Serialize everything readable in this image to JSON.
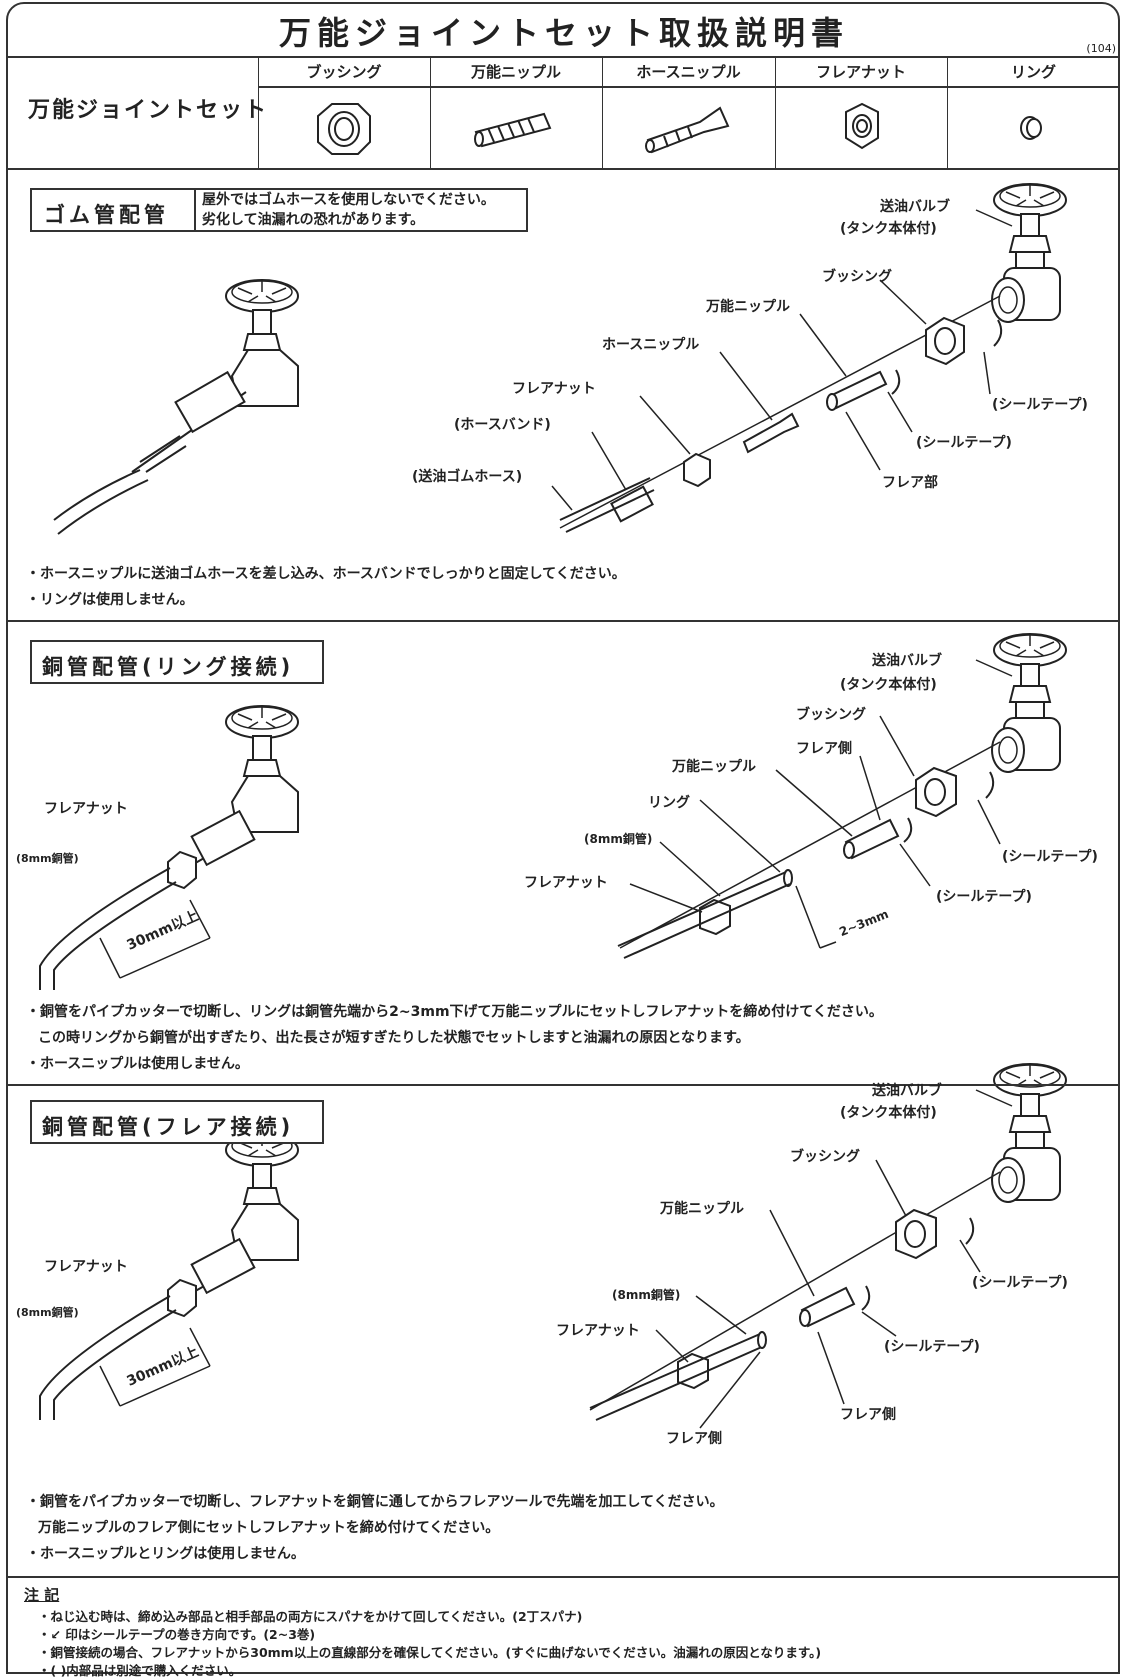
{
  "title": "万能ジョイントセット取扱説明書",
  "doc_number": "(104)",
  "set_table": {
    "row_label": "万能ジョイントセット",
    "parts": [
      {
        "name": "ブッシング",
        "icon": "bushing-icon"
      },
      {
        "name": "万能ニップル",
        "icon": "universal-nipple-icon"
      },
      {
        "name": "ホースニップル",
        "icon": "hose-nipple-icon"
      },
      {
        "name": "フレアナット",
        "icon": "flare-nut-icon"
      },
      {
        "name": "リング",
        "icon": "ring-icon"
      }
    ]
  },
  "section_rubber": {
    "title": "ゴム管配管",
    "warning_line1": "屋外ではゴムホースを使用しないでください。",
    "warning_line2": "劣化して油漏れの恐れがあります。",
    "labels": {
      "valve": "送油バルブ",
      "valve_sub": "(タンク本体付)",
      "bushing": "ブッシング",
      "universal_nipple": "万能ニップル",
      "hose_nipple": "ホースニップル",
      "flare_nut": "フレアナット",
      "hose_band": "(ホースバンド)",
      "oil_hose": "(送油ゴムホース)",
      "seal_tape_1": "(シールテープ)",
      "seal_tape_2": "(シールテープ)",
      "flare_part": "フレア部"
    },
    "note1": "・ホースニップルに送油ゴムホースを差し込み、ホースバンドでしっかりと固定してください。",
    "note2": "・リングは使用しません。"
  },
  "section_ring": {
    "title": "銅管配管(リング接続)",
    "labels": {
      "flare_nut_left": "フレアナット",
      "copper_left": "(8mm銅管)",
      "len_30": "30mm以上",
      "valve": "送油バルブ",
      "valve_sub": "(タンク本体付)",
      "bushing": "ブッシング",
      "flare_side": "フレア側",
      "universal_nipple": "万能ニップル",
      "ring": "リング",
      "copper": "(8mm銅管)",
      "flare_nut": "フレアナット",
      "len_23": "2~3mm",
      "seal_tape_1": "(シールテープ)",
      "seal_tape_2": "(シールテープ)"
    },
    "note1": "・銅管をパイプカッターで切断し、リングは銅管先端から2~3mm下げて万能ニップルにセットしフレアナットを締め付けてください。",
    "note2": "この時リングから銅管が出すぎたり、出た長さが短すぎたりした状態でセットしますと油漏れの原因となります。",
    "note3": "・ホースニップルは使用しません。"
  },
  "section_flare": {
    "title": "銅管配管(フレア接続)",
    "labels": {
      "flare_nut_left": "フレアナット",
      "copper_left": "(8mm銅管)",
      "len_30": "30mm以上",
      "valve": "送油バルブ",
      "valve_sub": "(タンク本体付)",
      "bushing": "ブッシング",
      "universal_nipple": "万能ニップル",
      "copper": "(8mm銅管)",
      "flare_nut": "フレアナット",
      "seal_tape_1": "(シールテープ)",
      "seal_tape_2": "(シールテープ)",
      "flare_side": "フレア側",
      "flare_side_2": "フレア側"
    },
    "note1": "・銅管をパイプカッターで切断し、フレアナットを銅管に通してからフレアツールで先端を加工してください。",
    "note2": "万能ニップルのフレア側にセットしフレアナットを締め付けてください。",
    "note3": "・ホースニップルとリングは使用しません。"
  },
  "footnotes": {
    "heading": "注 記",
    "items": [
      "・ねじ込む時は、締め込み部品と相手部品の両方にスパナをかけて回してください。(2丁スパナ)",
      "・↙ 印はシールテープの巻き方向です。(2~3巻)",
      "・銅管接続の場合、フレアナットから30mm以上の直線部分を確保してください。(すぐに曲げないでください。油漏れの原因となります。)",
      "・( )内部品は別途で購入ください。"
    ]
  }
}
